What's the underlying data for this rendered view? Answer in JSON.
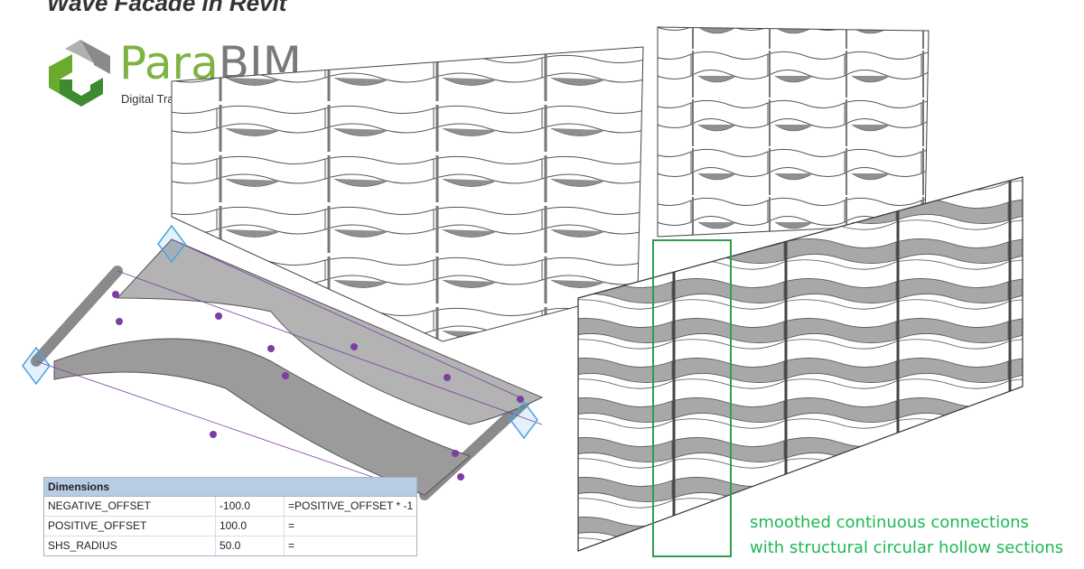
{
  "page": {
    "title": "Wave Facade in Revit"
  },
  "logo": {
    "name_part1": "Para",
    "name_part2": "BIM",
    "tagline": "Digital Transformation Services"
  },
  "dimensions_table": {
    "header": "Dimensions",
    "rows": [
      {
        "name": "NEGATIVE_OFFSET",
        "value": "-100.0",
        "formula": "=POSITIVE_OFFSET * -1"
      },
      {
        "name": "POSITIVE_OFFSET",
        "value": "100.0",
        "formula": "="
      },
      {
        "name": "SHS_RADIUS",
        "value": "50.0",
        "formula": "="
      }
    ]
  },
  "caption": {
    "line1": "smoothed continuous connections",
    "line2": "with structural circular hollow sections"
  },
  "colors": {
    "caption_green": "#1db954",
    "logo_green": "#7cb342",
    "logo_gray": "#7a7a7a",
    "highlight_box": "#2e9e4f",
    "table_header": "#b8cce4",
    "panel_gray": "#a5a5a5",
    "reference_line_purple": "#7b3fa0"
  },
  "icons": [
    "parabim-logo-icon",
    "reference-plane-icon",
    "control-point-icon"
  ]
}
